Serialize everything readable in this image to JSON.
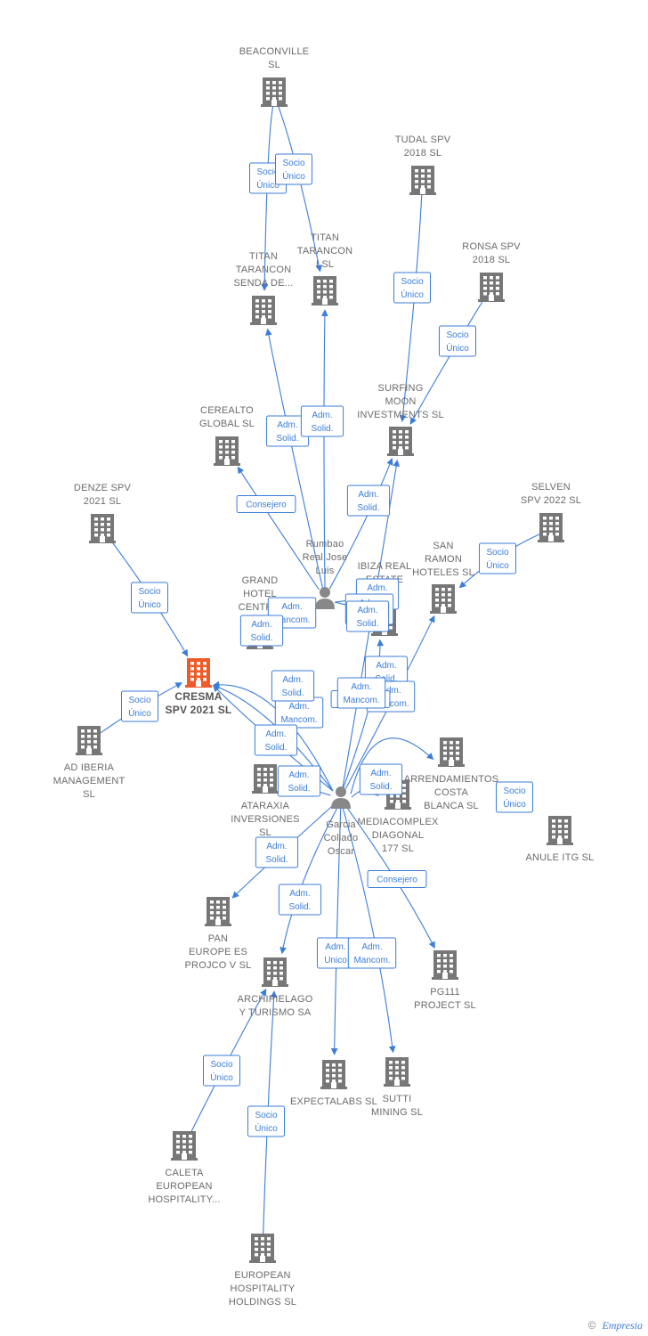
{
  "colors": {
    "company": "#777777",
    "focus": "#f05a28",
    "person": "#888888",
    "edge": "#3b7dd8"
  },
  "nodes": [
    {
      "id": "beaconville",
      "type": "company",
      "label": [
        "BEACONVILLE",
        "SL"
      ]
    },
    {
      "id": "tudal",
      "type": "company",
      "label": [
        "TUDAL SPV",
        "2018  SL"
      ]
    },
    {
      "id": "ronsa",
      "type": "company",
      "label": [
        "RONSA SPV",
        "2018  SL"
      ]
    },
    {
      "id": "titan_senda",
      "type": "company",
      "label": [
        "TITAN",
        "TARANCON",
        "SENDA DE..."
      ]
    },
    {
      "id": "titan_i",
      "type": "company",
      "label": [
        "TITAN",
        "TARANCON",
        "I  SL"
      ]
    },
    {
      "id": "surfing",
      "type": "company",
      "label": [
        "SURFING",
        "MOON",
        "INVESTMENTS SL"
      ]
    },
    {
      "id": "cerealto",
      "type": "company",
      "label": [
        "CEREALTO",
        "GLOBAL  SL"
      ]
    },
    {
      "id": "denze",
      "type": "company",
      "label": [
        "DENZE SPV",
        "2021  SL"
      ]
    },
    {
      "id": "selven",
      "type": "company",
      "label": [
        "SELVEN",
        "SPV 2022  SL"
      ]
    },
    {
      "id": "san_ramon",
      "type": "company",
      "label": [
        "SAN",
        "RAMON",
        "HOTELES SL"
      ]
    },
    {
      "id": "ibiza",
      "type": "company",
      "label": [
        "IBIZA REAL",
        "ESTATE",
        "P...  SL"
      ]
    },
    {
      "id": "grand_hotel",
      "type": "company",
      "label": [
        "GRAND",
        "HOTEL",
        "CENTR..."
      ]
    },
    {
      "id": "cresma",
      "type": "focus",
      "label": [
        "CRESMA",
        "SPV 2021  SL"
      ]
    },
    {
      "id": "ad_iberia",
      "type": "company",
      "label": [
        "AD IBERIA",
        "MANAGEMENT",
        "SL"
      ]
    },
    {
      "id": "ataraxia",
      "type": "company",
      "label": [
        "ATARAXIA",
        "INVERSIONES",
        "SL"
      ]
    },
    {
      "id": "arrendamientos",
      "type": "company",
      "label": [
        "ARRENDAMIENTOS",
        "COSTA",
        "BLANCA SL"
      ]
    },
    {
      "id": "mediacomplex",
      "type": "company",
      "label": [
        "MEDIACOMPLEX",
        "DIAGONAL",
        "177  SL"
      ]
    },
    {
      "id": "anule",
      "type": "company",
      "label": [
        "ANULE ITG  SL"
      ]
    },
    {
      "id": "pan_europe",
      "type": "company",
      "label": [
        "PAN",
        "EUROPE ES",
        "PROJCO V SL"
      ]
    },
    {
      "id": "archipielago",
      "type": "company",
      "label": [
        "ARCHIPIELAGO",
        "Y TURISMO SA"
      ]
    },
    {
      "id": "pg111",
      "type": "company",
      "label": [
        "PG111",
        "PROJECT  SL"
      ]
    },
    {
      "id": "expectalabs",
      "type": "company",
      "label": [
        "EXPECTALABS SL"
      ]
    },
    {
      "id": "sutti",
      "type": "company",
      "label": [
        "SUTTI",
        "MINING SL"
      ]
    },
    {
      "id": "caleta",
      "type": "company",
      "label": [
        "CALETA",
        "EUROPEAN",
        "HOSPITALITY..."
      ]
    },
    {
      "id": "european_hosp",
      "type": "company",
      "label": [
        "EUROPEAN",
        "HOSPITALITY",
        "HOLDINGS  SL"
      ]
    },
    {
      "id": "rumbao",
      "type": "person",
      "label": [
        "Rumbao",
        "Real Jose",
        "Luis"
      ]
    },
    {
      "id": "garcia",
      "type": "person",
      "label": [
        "Garcia",
        "Collado",
        "Oscar"
      ]
    }
  ],
  "edges": [
    {
      "label": [
        "Socio",
        "Único"
      ]
    },
    {
      "label": [
        "Socio",
        "Único"
      ]
    },
    {
      "label": [
        "Socio",
        "Único"
      ]
    },
    {
      "label": [
        "Socio",
        "Único"
      ]
    },
    {
      "label": [
        "Adm.",
        "Solid."
      ]
    },
    {
      "label": [
        "Adm.",
        "Solid."
      ]
    },
    {
      "label": [
        "Consejero"
      ]
    },
    {
      "label": [
        "Adm.",
        "Solid."
      ]
    },
    {
      "label": [
        "Socio",
        "Único"
      ]
    },
    {
      "label": [
        "Socio",
        "Único"
      ]
    },
    {
      "label": [
        "Adm.",
        "Mancom."
      ]
    },
    {
      "label": [
        "Adm.",
        "Solid."
      ]
    },
    {
      "label": [
        "Adm.",
        "Mancom."
      ]
    },
    {
      "label": [
        "Adm.",
        "Solid."
      ]
    },
    {
      "label": [
        "Adm.",
        "Solid."
      ]
    },
    {
      "label": [
        "Adm.",
        "Mancom."
      ]
    },
    {
      "label": [
        "Adm.",
        "Solid."
      ]
    },
    {
      "label": [
        "Adm.",
        "Solid."
      ]
    },
    {
      "label": [
        "Adm.",
        "Solid."
      ]
    },
    {
      "label": [
        "Adm.",
        "Mancom."
      ]
    },
    {
      "label": [
        "Consejero"
      ]
    },
    {
      "label": [
        "Socio",
        "Único"
      ]
    },
    {
      "label": [
        "Adm.",
        "Solid."
      ]
    },
    {
      "label": [
        "Adm.",
        "Solid."
      ]
    },
    {
      "label": [
        "Adm.",
        "Solid."
      ]
    },
    {
      "label": [
        "Adm.",
        "Solid."
      ]
    },
    {
      "label": [
        "Consejero"
      ]
    },
    {
      "label": [
        "Adm.",
        "Unico"
      ]
    },
    {
      "label": [
        "Adm.",
        "Mancom."
      ]
    },
    {
      "label": [
        "Socio",
        "Único"
      ]
    },
    {
      "label": [
        "Socio",
        "Único"
      ]
    }
  ],
  "footer": {
    "copyright": "©",
    "brand": "Empresia"
  }
}
